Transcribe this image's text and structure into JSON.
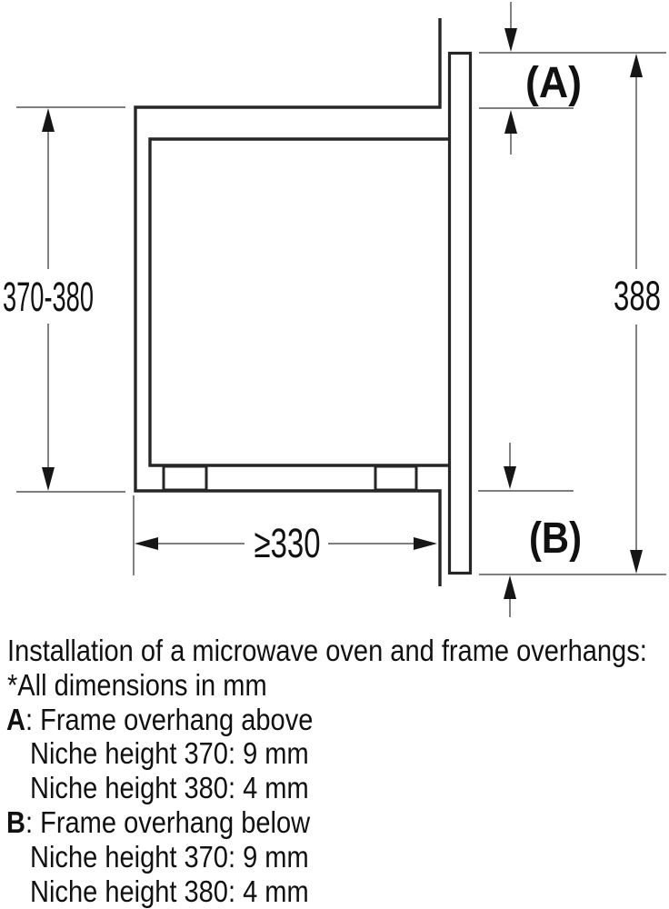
{
  "diagram": {
    "dim_niche_height": "370-380",
    "dim_frame_height": "388",
    "dim_min_depth": "≥330",
    "label_overhang_above": "(A)",
    "label_overhang_below": "(B)"
  },
  "notes": {
    "title": "Installation of a microwave oven and frame overhangs:",
    "subtitle": "*All dimensions in mm",
    "item_a_key": "A",
    "item_a_rest": ": Frame overhang above",
    "item_a_line1": "Niche height 370: 9 mm",
    "item_a_line2": "Niche height 380: 4 mm",
    "item_b_key": "B",
    "item_b_rest": ": Frame overhang below",
    "item_b_line1": "Niche height 370: 9 mm",
    "item_b_line2": "Niche height 380: 4 mm"
  },
  "colors": {
    "drawing_line": "#262626",
    "dimension_line": "#6b6b6b",
    "arrow_fill": "#161616",
    "text": "#111111",
    "background": "#ffffff"
  }
}
